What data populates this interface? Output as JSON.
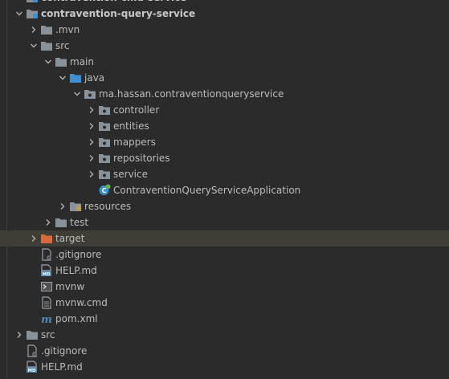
{
  "project_tree": {
    "items": [
      {
        "label": "contravention-cmd-service",
        "depth": 2,
        "expanded": true,
        "icon": "module-folder-icon",
        "bold": true,
        "partial": true
      },
      {
        "label": "contravention-query-service",
        "depth": 2,
        "expanded": true,
        "icon": "module-folder-icon",
        "bold": true
      },
      {
        "label": ".mvn",
        "depth": 3,
        "expanded": false,
        "icon": "folder-icon"
      },
      {
        "label": "src",
        "depth": 3,
        "expanded": true,
        "icon": "folder-icon"
      },
      {
        "label": "main",
        "depth": 4,
        "expanded": true,
        "icon": "folder-icon"
      },
      {
        "label": "java",
        "depth": 5,
        "expanded": true,
        "icon": "source-folder-icon"
      },
      {
        "label": "ma.hassan.contraventionqueryservice",
        "depth": 6,
        "expanded": true,
        "icon": "package-icon"
      },
      {
        "label": "controller",
        "depth": 7,
        "expanded": false,
        "icon": "package-icon"
      },
      {
        "label": "entities",
        "depth": 7,
        "expanded": false,
        "icon": "package-icon"
      },
      {
        "label": "mappers",
        "depth": 7,
        "expanded": false,
        "icon": "package-icon"
      },
      {
        "label": "repositories",
        "depth": 7,
        "expanded": false,
        "icon": "package-icon"
      },
      {
        "label": "service",
        "depth": 7,
        "expanded": false,
        "icon": "package-icon"
      },
      {
        "label": "ContraventionQueryServiceApplication",
        "depth": 7,
        "expanded": null,
        "icon": "spring-boot-class-icon"
      },
      {
        "label": "resources",
        "depth": 5,
        "expanded": false,
        "icon": "resources-folder-icon"
      },
      {
        "label": "test",
        "depth": 4,
        "expanded": false,
        "icon": "folder-icon"
      },
      {
        "label": "target",
        "depth": 3,
        "expanded": false,
        "icon": "excluded-folder-icon",
        "selected": true
      },
      {
        "label": ".gitignore",
        "depth": 3,
        "expanded": null,
        "icon": "gitignore-file-icon"
      },
      {
        "label": "HELP.md",
        "depth": 3,
        "expanded": null,
        "icon": "markdown-file-icon"
      },
      {
        "label": "mvnw",
        "depth": 3,
        "expanded": null,
        "icon": "shell-script-icon"
      },
      {
        "label": "mvnw.cmd",
        "depth": 3,
        "expanded": null,
        "icon": "text-file-icon"
      },
      {
        "label": "pom.xml",
        "depth": 3,
        "expanded": null,
        "icon": "maven-pom-icon"
      },
      {
        "label": "src",
        "depth": 2,
        "expanded": false,
        "icon": "folder-icon"
      },
      {
        "label": ".gitignore",
        "depth": 2,
        "expanded": null,
        "icon": "gitignore-file-icon"
      },
      {
        "label": "HELP.md",
        "depth": 2,
        "expanded": null,
        "icon": "markdown-file-icon"
      }
    ]
  },
  "colors": {
    "background": "#2b2b2b",
    "text": "#bbbbbb",
    "selection": "#3e3d36",
    "folder": "#8a9299",
    "source_folder": "#3d8fd1",
    "excluded_folder": "#d9683c",
    "spring": "#6aaf50",
    "maven": "#4f87b5"
  }
}
